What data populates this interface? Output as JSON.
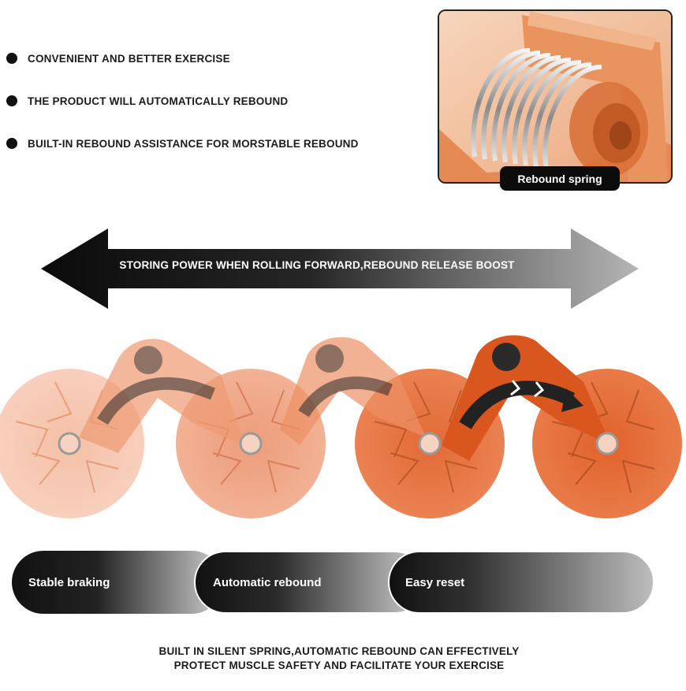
{
  "bullets": [
    {
      "text": "CONVENIENT AND BETTER EXERCISE"
    },
    {
      "text": "THE PRODUCT WILL AUTOMATICALLY REBOUND"
    },
    {
      "text": "BUILT-IN REBOUND ASSISTANCE FOR MORSTABLE REBOUND"
    }
  ],
  "spring": {
    "label": "Rebound spring"
  },
  "arrow": {
    "text": "STORING POWER WHEN ROLLING FORWARD,REBOUND RELEASE BOOST"
  },
  "features": [
    {
      "label": "Stable braking"
    },
    {
      "label": "Automatic rebound"
    },
    {
      "label": "Easy reset"
    }
  ],
  "footer": {
    "line1": "BUILT IN SILENT SPRING,AUTOMATIC REBOUND CAN EFFECTIVELY",
    "line2": "PROTECT MUSCLE SAFETY AND FACILITATE YOUR EXERCISE"
  },
  "colors": {
    "accent": "#e0622b",
    "dark": "#111111"
  }
}
